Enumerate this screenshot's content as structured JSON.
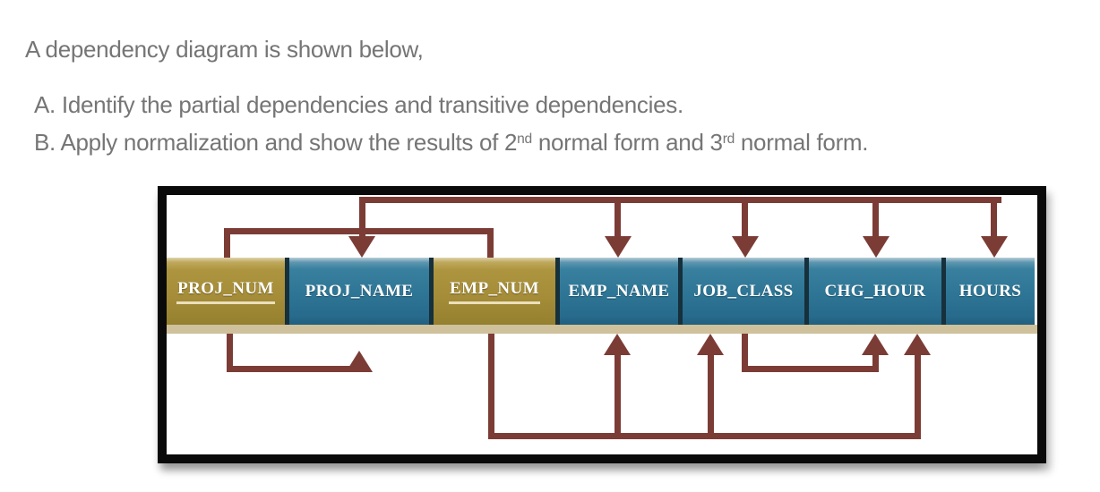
{
  "header": {
    "intro": "A dependency diagram is shown below,",
    "item_a": "A. Identify the partial dependencies and transitive dependencies.",
    "item_b_prefix": "B. Apply normalization and show the results of 2",
    "item_b_sup1": "nd",
    "item_b_mid": " normal form and 3",
    "item_b_sup2": "rd",
    "item_b_suffix": " normal form."
  },
  "diagram": {
    "fields": [
      {
        "name": "PROJ_NUM",
        "is_key": true
      },
      {
        "name": "PROJ_NAME",
        "is_key": false
      },
      {
        "name": "EMP_NUM",
        "is_key": true
      },
      {
        "name": "EMP_NAME",
        "is_key": false
      },
      {
        "name": "JOB_CLASS",
        "is_key": false
      },
      {
        "name": "CHG_HOUR",
        "is_key": false
      },
      {
        "name": "HOURS",
        "is_key": false
      }
    ],
    "dependencies": [
      {
        "side": "top",
        "kind": "primary-key-dependency",
        "from": [
          "PROJ_NUM",
          "EMP_NUM"
        ],
        "to": [
          "PROJ_NAME",
          "EMP_NAME",
          "JOB_CLASS",
          "CHG_HOUR",
          "HOURS"
        ]
      },
      {
        "side": "bottom",
        "kind": "partial-dependency",
        "from": [
          "PROJ_NUM"
        ],
        "to": [
          "PROJ_NAME"
        ]
      },
      {
        "side": "bottom",
        "kind": "partial-dependency",
        "from": [
          "EMP_NUM"
        ],
        "to": [
          "EMP_NAME",
          "JOB_CLASS",
          "CHG_HOUR"
        ]
      },
      {
        "side": "bottom",
        "kind": "transitive-dependency",
        "from": [
          "JOB_CLASS"
        ],
        "to": [
          "CHG_HOUR"
        ]
      }
    ],
    "colors": {
      "key_box": "#a8913b",
      "attribute_box": "#2f7795",
      "arrow": "#7c3c36",
      "frame": "#0a0a0a",
      "row_shadow": "#cfc19b",
      "key_underline": "#ece0ba",
      "label_text": "#ffffff"
    }
  }
}
